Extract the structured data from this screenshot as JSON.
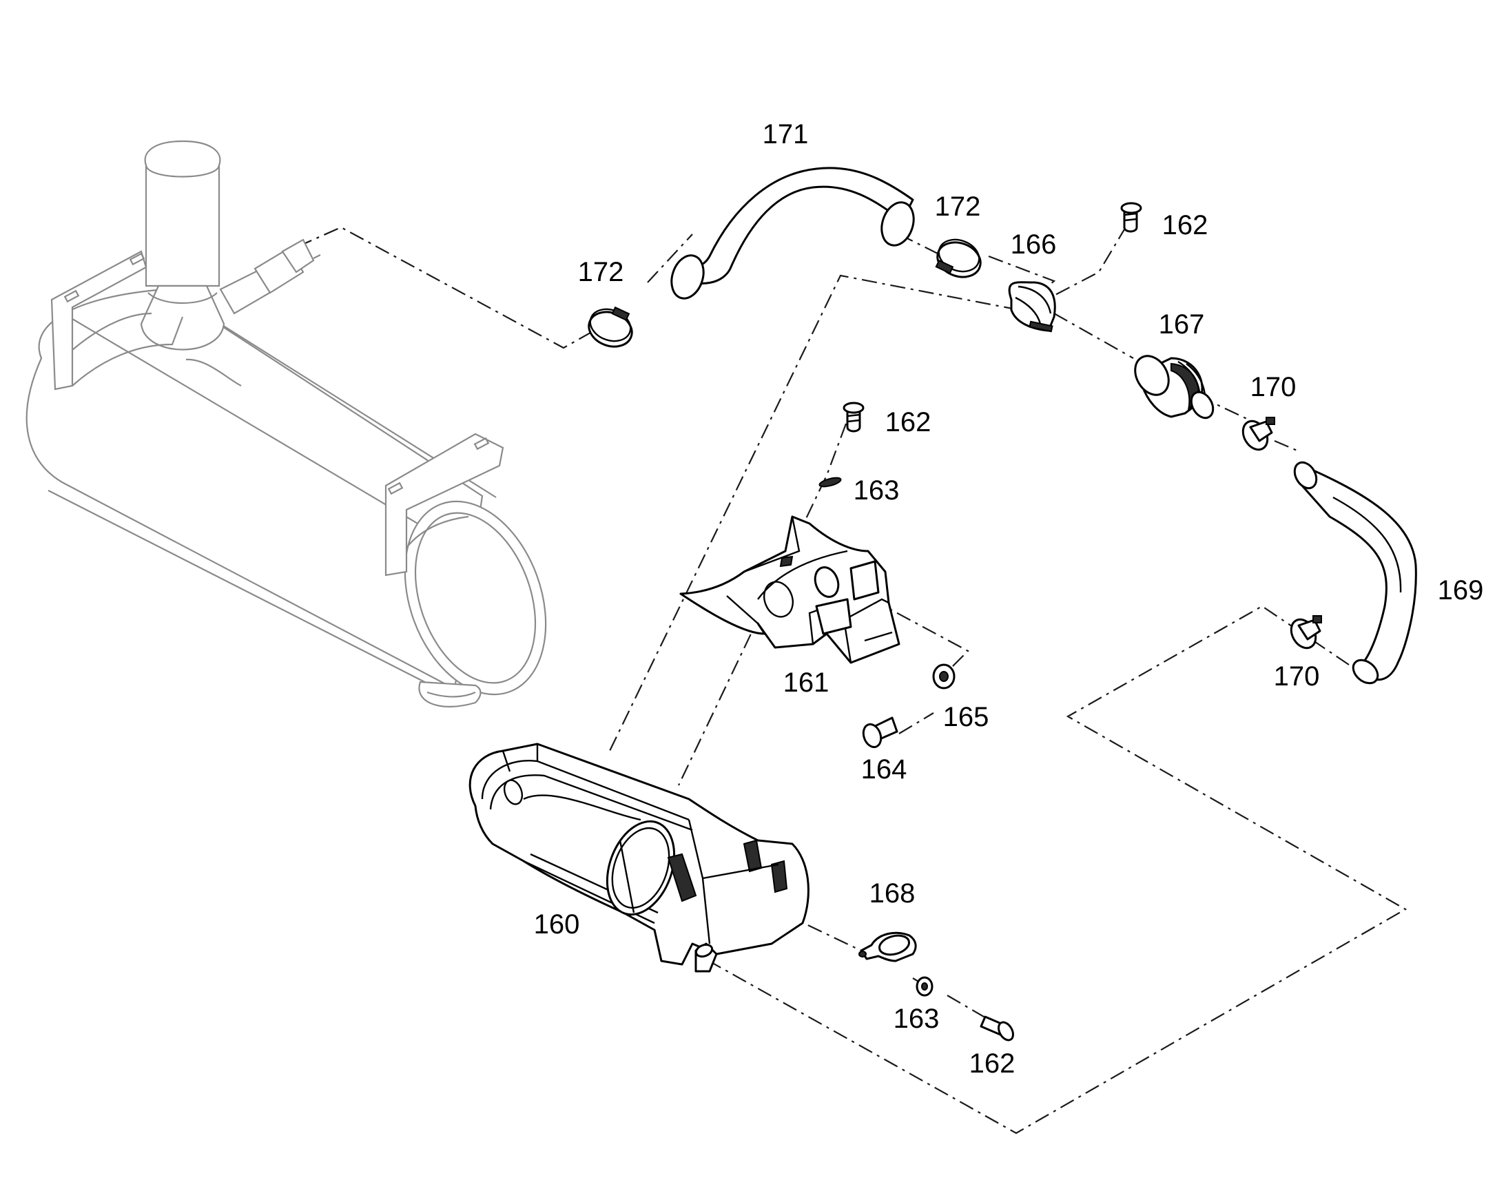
{
  "labels": {
    "p160": "160",
    "p161": "161",
    "p162_top": "162",
    "p162_mid": "162",
    "p162_bottom": "162",
    "p163_mid": "163",
    "p163_bottom": "163",
    "p164": "164",
    "p165": "165",
    "p166": "166",
    "p167": "167",
    "p168": "168",
    "p169": "169",
    "p170_top": "170",
    "p170_bottom": "170",
    "p171": "171",
    "p172_left": "172",
    "p172_right": "172"
  }
}
